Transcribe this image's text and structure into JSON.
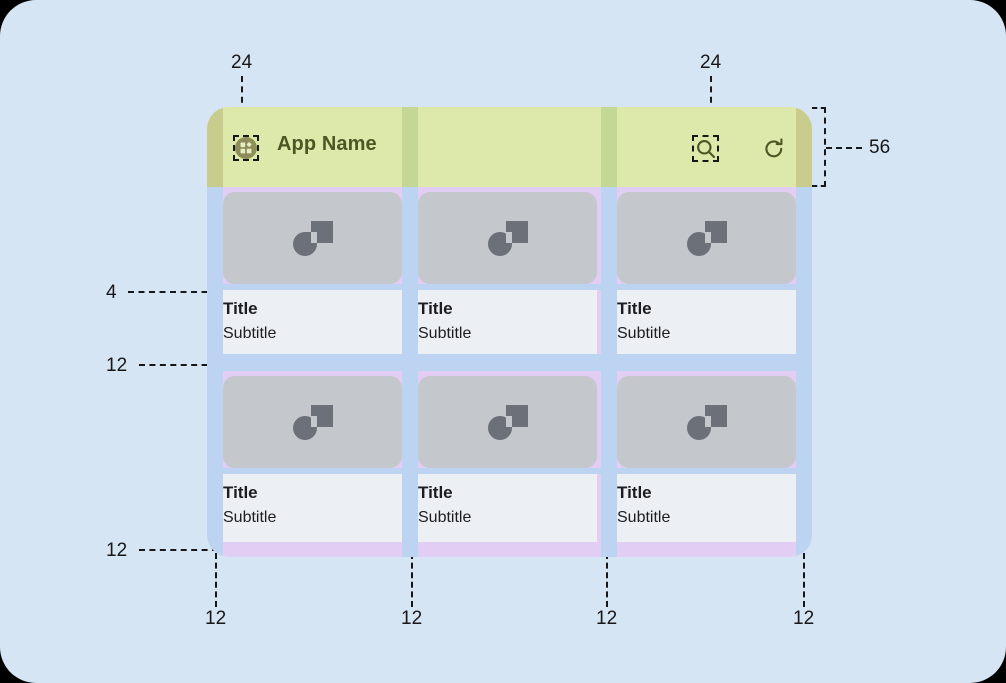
{
  "canvas": {
    "bg_color": "#d6e5f3",
    "corner_radius": "36px"
  },
  "frame": {
    "bg_color": "#eceff3",
    "padding_overlay_color": "#e2cdf5",
    "gutter_color": "#bdd3f2"
  },
  "header": {
    "bg_color": "#dde9ab",
    "title": "App Name",
    "title_color": "#4e5626",
    "height_spec": "56",
    "app_icon_name": "app-grid-icon",
    "search_icon_name": "search-icon",
    "refresh_icon_name": "refresh-icon"
  },
  "cards": [
    {
      "title": "Title",
      "subtitle": "Subtitle"
    },
    {
      "title": "Title",
      "subtitle": "Subtitle"
    },
    {
      "title": "Title",
      "subtitle": "Subtitle"
    },
    {
      "title": "Title",
      "subtitle": "Subtitle"
    },
    {
      "title": "Title",
      "subtitle": "Subtitle"
    },
    {
      "title": "Title",
      "subtitle": "Subtitle"
    }
  ],
  "card_media_icon_name": "image-placeholder-icon",
  "annotations": {
    "icon_size_left": "24",
    "icon_size_right": "24",
    "header_height": "56",
    "title_gap": "4",
    "row_gap": "12",
    "bottom_padding": "12",
    "column_gutters": [
      "12",
      "12",
      "12",
      "12"
    ]
  }
}
